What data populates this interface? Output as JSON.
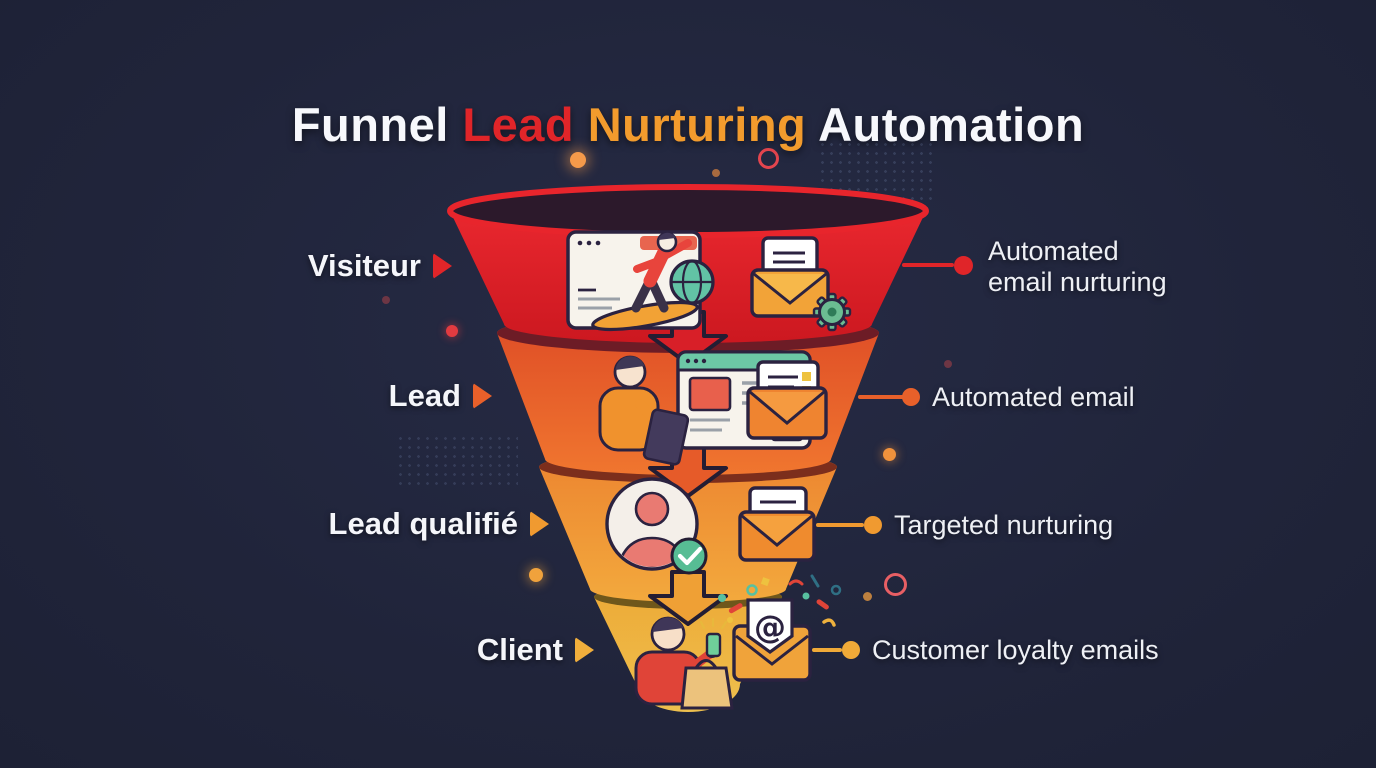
{
  "title": {
    "word1": "Funnel",
    "word2": "Lead",
    "word3": "Nurturing",
    "word4": "Automation"
  },
  "stages": [
    {
      "label": "Visiteur",
      "annotation": "Automated email nurturing",
      "color": "#e9252c",
      "band_color": "#6d1c26",
      "connector_color": "#e02529"
    },
    {
      "label": "Lead",
      "annotation": "Automated email",
      "color": "#e8602a",
      "band_color": "#7c2e1c",
      "connector_color": "#e8602a"
    },
    {
      "label": "Lead qualifié",
      "annotation": "Targeted nurturing",
      "color": "#f09a30",
      "band_color": "#6f571b",
      "connector_color": "#f09a30"
    },
    {
      "label": "Client",
      "annotation": "Customer loyalty emails",
      "color": "#eeb13d",
      "band_color": "#2c192b",
      "connector_color": "#f0aa38"
    }
  ],
  "at_symbol": "@",
  "icons": {
    "stage1_left": "web-surfing-icon",
    "stage1_right": "automated-email-gear-icon",
    "stage2_left": "lead-browsing-tablet-icon",
    "stage2_right": "email-document-icon",
    "stage3_left": "qualified-lead-avatar-check-icon",
    "stage3_right": "targeted-email-icon",
    "stage4_left": "customer-purchase-icon",
    "stage4_right": "loyalty-email-at-icon"
  },
  "colors": {
    "background": "#20243a",
    "title_white": "#f7f8fc",
    "title_red": "#e02529",
    "title_orange": "#f29b2d"
  }
}
